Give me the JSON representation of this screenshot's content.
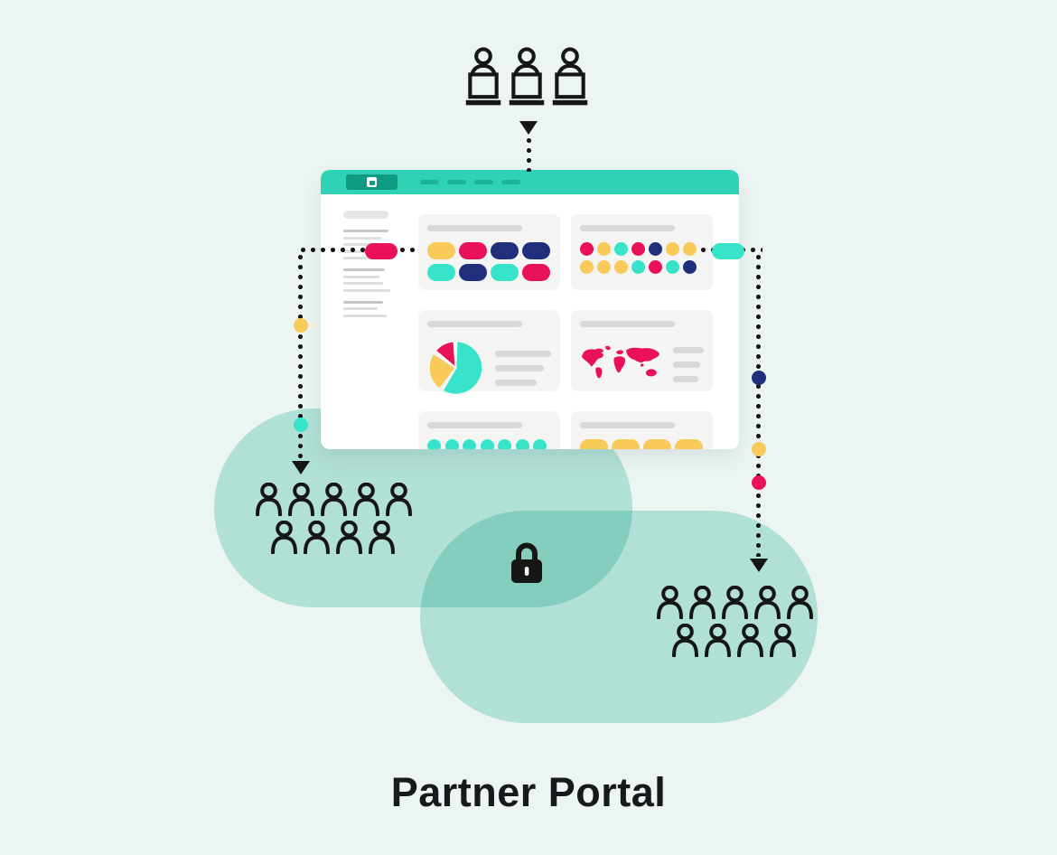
{
  "caption": {
    "text": "Partner Portal"
  },
  "colors": {
    "background": "#ecf5f2",
    "header_teal": "#2fd2b6",
    "logo_teal_dark": "#0f9a83",
    "nav_teal": "#1fb199",
    "teal": "#38e4c9",
    "yellow": "#f7ca5a",
    "crimson": "#e91158",
    "navy": "#202f7c",
    "blob": "#c0eae2",
    "ink": "#161616",
    "card": "#f4f4f2",
    "gray_line": "#d8d8d8"
  },
  "icons": {
    "top_user": "user-at-desk-icon",
    "group_user": "person-icon",
    "lock": "lock-icon",
    "logo": "app-logo-icon",
    "arrow": "arrow-down-icon"
  },
  "top_users": {
    "count": 3
  },
  "flows": {
    "top": {
      "direction": "down"
    },
    "left": {
      "direction": "down",
      "tokens": [
        {
          "shape": "pill",
          "color": "crimson"
        },
        {
          "shape": "dot",
          "color": "yellow"
        },
        {
          "shape": "dot",
          "color": "teal"
        }
      ]
    },
    "right": {
      "direction": "down",
      "tokens": [
        {
          "shape": "pill",
          "color": "teal"
        },
        {
          "shape": "dot",
          "color": "navy"
        },
        {
          "shape": "dot",
          "color": "yellow"
        },
        {
          "shape": "dot",
          "color": "crimson"
        }
      ]
    }
  },
  "browser": {
    "nav_items": 4,
    "sidebar": {
      "logo_line": true,
      "groups": [
        5,
        4,
        3
      ]
    },
    "dashboard": {
      "cards": [
        {
          "id": "pill-grid",
          "shape": "pill",
          "rows": [
            [
              "yellow",
              "crimson",
              "navy",
              "navy"
            ],
            [
              "teal",
              "navy",
              "teal",
              "crimson"
            ]
          ]
        },
        {
          "id": "dot-grid",
          "shape": "dot",
          "rows": [
            [
              "crimson",
              "yellow",
              "teal",
              "crimson",
              "navy",
              "yellow",
              "yellow"
            ],
            [
              "yellow",
              "yellow",
              "yellow",
              "teal",
              "crimson",
              "teal",
              "navy"
            ]
          ]
        },
        {
          "id": "pie-chart",
          "chart": "pie",
          "text_lines": 3,
          "slices": [
            {
              "color": "teal",
              "start": 2,
              "end": 210
            },
            {
              "color": "yellow",
              "start": 217,
              "end": 303
            },
            {
              "color": "crimson",
              "start": 310,
              "end": 356
            }
          ]
        },
        {
          "id": "world-map",
          "chart": "map",
          "map_color": "crimson",
          "text_lines": 3
        },
        {
          "id": "dot-row",
          "shape": "dot",
          "rows": [
            [
              "teal",
              "teal",
              "teal",
              "teal",
              "teal",
              "teal",
              "teal"
            ]
          ]
        },
        {
          "id": "pill-row",
          "shape": "pill",
          "rows": [
            [
              "yellow",
              "yellow",
              "yellow",
              "yellow"
            ]
          ]
        }
      ]
    }
  },
  "groups": {
    "left": {
      "rows": [
        5,
        4
      ]
    },
    "right": {
      "rows": [
        5,
        4
      ]
    }
  },
  "lock": {
    "icon": "lock-icon"
  }
}
